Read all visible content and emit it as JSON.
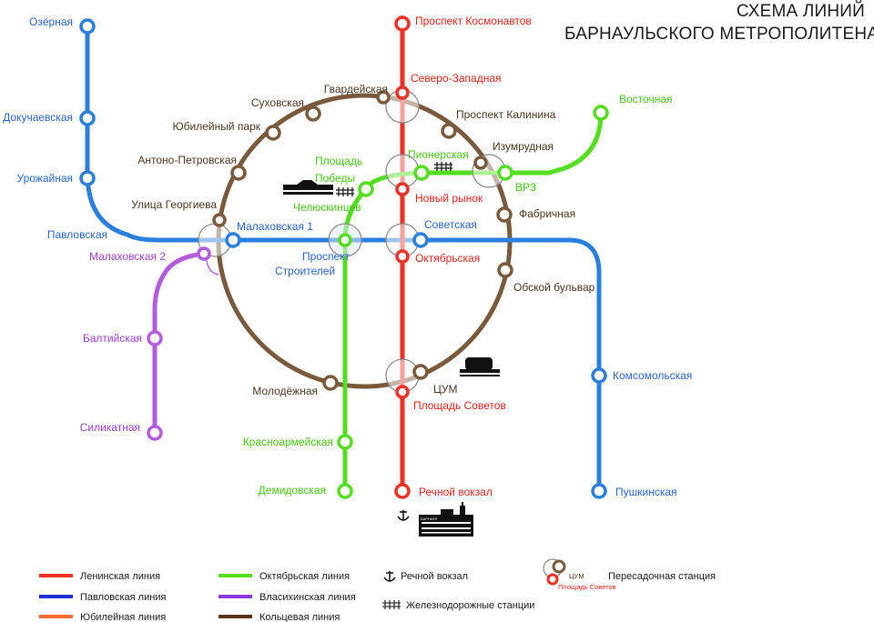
{
  "title": {
    "line1": "СХЕМА ЛИНИЙ",
    "line2": "БАРНАУЛЬСКОГО МЕТРОПОЛИТЕНА"
  },
  "colors": {
    "leninskaya": "#ee3124",
    "pavlovskaya": "#2a7fdc",
    "oktyabrskaya": "#55dd22",
    "vlasikhinskaya": "#b35ce0",
    "koltsevaya": "#7a5a3c",
    "yubileynaya": "#f26a2e",
    "legend_blue": "#1d2fd6",
    "legend_purple": "#8a3be0",
    "legend_brown": "#5a3418"
  },
  "stations": {
    "leninskaya": {
      "prospekt_kosmonavtov": "Проспект Космонавтов",
      "severo_zapadnaya": "Северо-Западная",
      "novy_rynok": "Новый рынок",
      "oktyabrskaya": "Октябрьская",
      "ploshchad_sovetov": "Площадь Советов",
      "rechnoy_vokzal": "Речной вокзал"
    },
    "pavlovskaya": {
      "ozyornaya": "Озёрная",
      "dokuchaevskaya": "Докучаевская",
      "urozhaynaya": "Урожайная",
      "pavlovskaya": "Павловская",
      "malakhovskaya_1": "Малаховская 1",
      "prospekt_stroiteley": "Проспект Строителей",
      "sovetskaya": "Советская",
      "komsomolskaya": "Комсомольская",
      "pushkinskaya": "Пушкинская"
    },
    "oktyabrskaya": {
      "vostochnaya": "Восточная",
      "vrz": "ВРЗ",
      "pionerskaya": "Пионерская",
      "ploshchad_pobedy": "Площадь Победы",
      "chelyuskintsev": "Челюскинцев",
      "krasnoarmeyskaya": "Красноармейская",
      "demidovskaya": "Демидовская"
    },
    "vlasikhinskaya": {
      "malakhovskaya_2": "Малаховская 2",
      "baltiyskaya": "Балтийская",
      "silikatnaya": "Силикатная"
    },
    "koltsevaya": {
      "gvardeyskaya": "Гвардейская",
      "prospekt_kalinina": "Проспект Калинина",
      "izumrudnaya": "Изумрудная",
      "fabrichnaya": "Фабричная",
      "obskoy_bulvar": "Обской бульвар",
      "tsum": "ЦУМ",
      "molodyozhnaya": "Молодёжная",
      "ulitsa_georgieva": "Улица Георгиева",
      "antono_petrovskaya": "Антоно-Петровская",
      "yubileyny_park": "Юбилейный парк",
      "sukhovskaya": "Суховская"
    }
  },
  "legend": {
    "leninskaya": "Ленинская линия",
    "pavlovskaya": "Павловская линия",
    "yubileynaya": "Юбилейная линия",
    "oktyabrskaya": "Октябрьская линия",
    "vlasikhinskaya": "Власихинская линия",
    "koltsevaya": "Кольцевая линия",
    "rechnoy_vokzal": "Речной вокзал",
    "railway": "Железнодорожные станции",
    "transfer": "Пересадочная станция",
    "sample_tsum": "ЦУМ",
    "sample_ploshchad": "Площадь Советов"
  },
  "icons": {
    "anchor": "anchor-icon",
    "railway": "railway-track-icon",
    "train_station": "train-station-building-icon",
    "river_port": "river-port-building-icon",
    "department_store": "department-store-building-icon",
    "transfer": "transfer-station-icon"
  },
  "river_port_sign": "БАРНАУЛ"
}
